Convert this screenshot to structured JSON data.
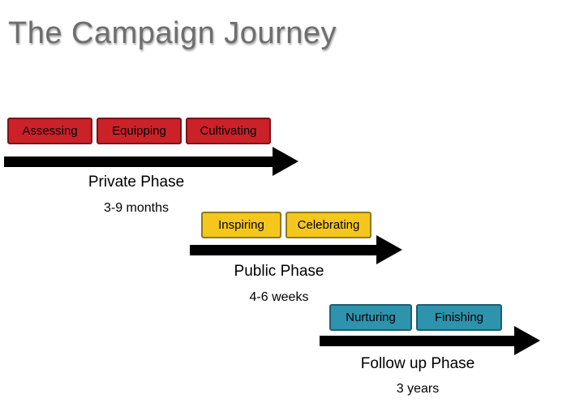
{
  "title": "The Campaign Journey",
  "arrow_color": "#000000",
  "phases": [
    {
      "name": "Private Phase",
      "duration": "3-9 months",
      "boxes": [
        "Assessing",
        "Equipping",
        "Cultivating"
      ],
      "fill": "#cb2129",
      "border": "#7f1318"
    },
    {
      "name": "Public Phase",
      "duration": "4-6 weeks",
      "boxes": [
        "Inspiring",
        "Celebrating"
      ],
      "fill": "#f5c71d",
      "border": "#8c7a1e"
    },
    {
      "name": "Follow up Phase",
      "duration": "3 years",
      "boxes": [
        "Nurturing",
        "Finishing"
      ],
      "fill": "#2e93ad",
      "border": "#1d5f70"
    }
  ]
}
